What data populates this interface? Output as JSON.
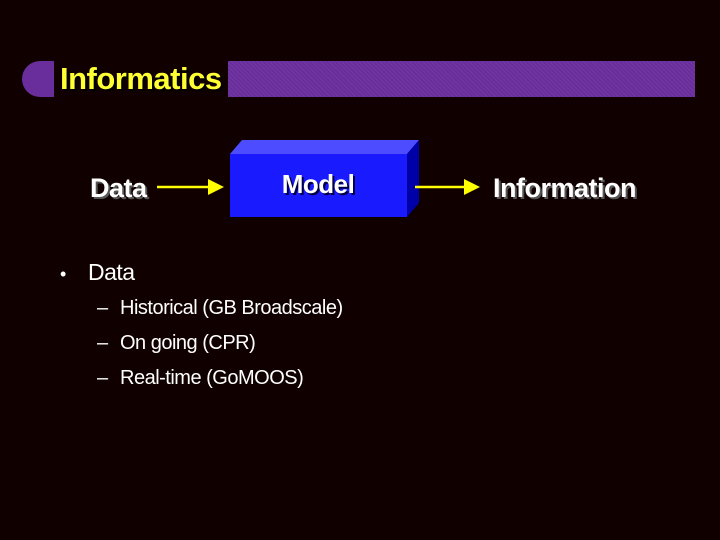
{
  "slide": {
    "title": "Informatics",
    "accent_color": "#6a2d9c",
    "title_color": "#ffff33",
    "background_color": "#100000"
  },
  "diagram": {
    "input_label": "Data",
    "model_label": "Model",
    "output_label": "Information",
    "arrow_color": "#ffff00",
    "box_color": "#1a1aff"
  },
  "bullets": {
    "items": [
      {
        "label": "Data",
        "children": [
          "Historical (GB Broadscale)",
          "On going (CPR)",
          "Real-time (GoMOOS)"
        ]
      }
    ]
  }
}
